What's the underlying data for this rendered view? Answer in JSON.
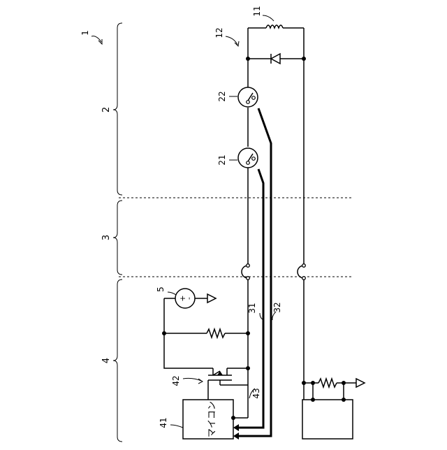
{
  "labels": {
    "fig": "1",
    "zone2": "2",
    "zone3": "3",
    "zone4": "4",
    "coil": "11",
    "diode": "12",
    "sw22": "22",
    "sw21": "21",
    "src": "5",
    "plus": "+",
    "minus": "-",
    "w31": "31",
    "w32": "32",
    "fet": "42",
    "w43": "43",
    "micon_ref": "41",
    "micon_text": "マイコン"
  }
}
